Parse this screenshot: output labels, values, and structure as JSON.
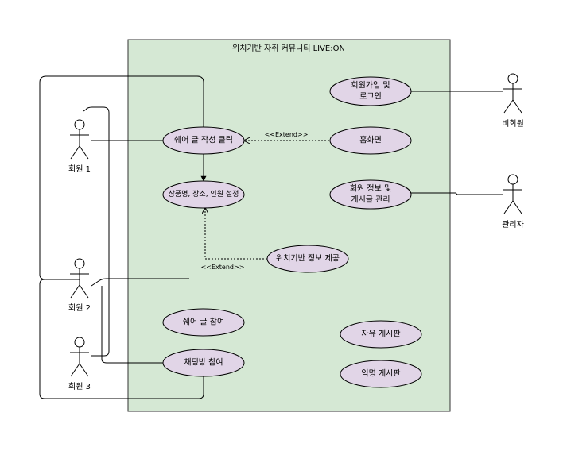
{
  "system": {
    "title": "위치기반 자취 커뮤니티 LIVE:ON",
    "fill": "#d5e8d4"
  },
  "use_cases": {
    "signup_login": [
      "회원가입 및",
      "로그인"
    ],
    "share_post": "쉐어 글 작성 클릭",
    "home": "홈화면",
    "product_settings": "상품명, 장소, 인원 설정",
    "member_manage": [
      "회원 정보 및",
      "게시글 관리"
    ],
    "location_info": "위치기반 정보 제공",
    "share_join": "쉐어 글 참여",
    "chat_join": "채팅방 참여",
    "free_board": "자유 게시판",
    "anon_board": "익명 게시판",
    "fill": "#e1d5e7"
  },
  "actors": {
    "member1": {
      "label": "회원 1",
      "head_color": "#dae8fc"
    },
    "member2": {
      "label": "회원 2",
      "head_color": "#dae8fc"
    },
    "member3": {
      "label": "회원 3",
      "head_color": "#dae8fc"
    },
    "non_member": {
      "label": "비회원",
      "head_color": "#000000"
    },
    "admin": {
      "label": "관리자",
      "head_color": "#f05050"
    }
  },
  "relations": {
    "extend_top": "<<Extend>>",
    "extend_bottom": "<<Extend>>"
  }
}
